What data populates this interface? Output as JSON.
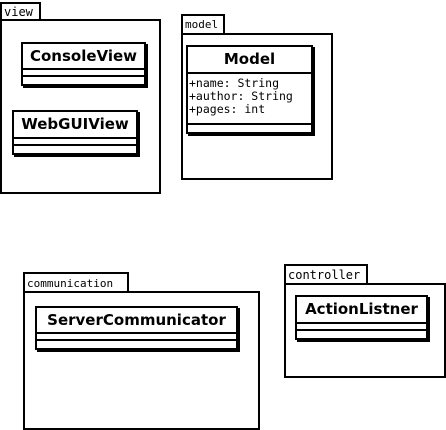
{
  "packages": {
    "view": {
      "name": "view"
    },
    "model": {
      "name": "model"
    },
    "communication": {
      "name": "communication"
    },
    "controller": {
      "name": "controller"
    }
  },
  "classes": {
    "console_view": {
      "name": "ConsoleView"
    },
    "web_gui_view": {
      "name": "WebGUIView"
    },
    "model": {
      "name": "Model",
      "attributes": [
        "+name: String",
        "+author: String",
        "+pages: int"
      ]
    },
    "server_communicator": {
      "name": "ServerCommunicator"
    },
    "action_listner": {
      "name": "ActionListner"
    }
  }
}
